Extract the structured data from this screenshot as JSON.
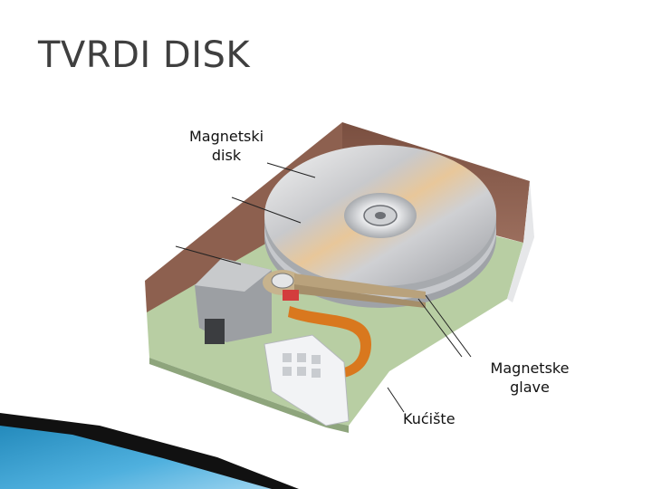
{
  "slide": {
    "title": "TVRDI DISK"
  },
  "labels": {
    "magnetic_disk": "Magnetski disk",
    "magnetic_heads": "Magnetske glave",
    "casing": "Kućište"
  },
  "colors": {
    "case_green": "#b9cfa4",
    "case_wall_brown": "#8a5e4e",
    "platter_silver": "#d9dadc",
    "flex_cable_orange": "#d97a1d",
    "corner_blue": "#1f86b8"
  }
}
